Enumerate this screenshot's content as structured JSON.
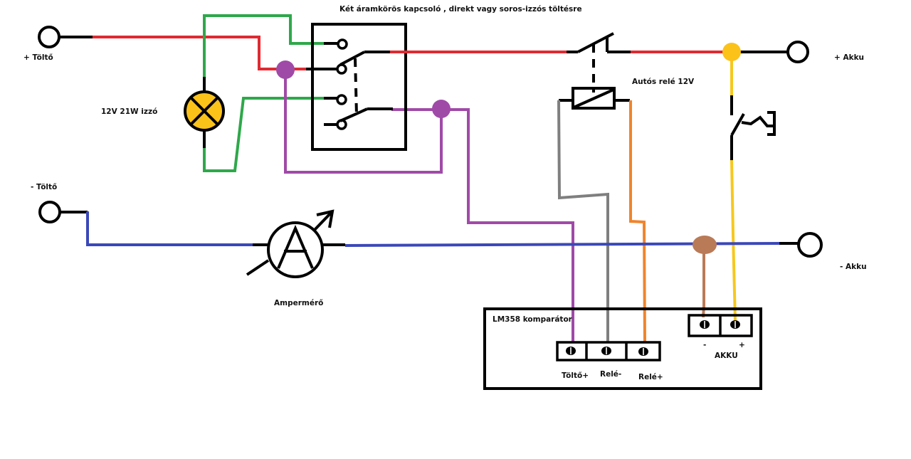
{
  "title": "Két áramkörös kapcsoló , direkt vagy soros-izzós töltésre",
  "colors": {
    "positive_wire": "#e02a32",
    "switch_wire": "#2ea84a",
    "negative_wire": "#3b48b8",
    "signal_wire": "#a04aa8",
    "relay_minus_wire": "#7f7f7f",
    "relay_plus_wire": "#f0842c",
    "akku_plus_wire": "#f6c81e",
    "akku_minus_wire": "#b97a57",
    "bulb_fill": "#fbc21a",
    "node_purple": "#a04aa8",
    "node_yellow": "#fbc21a",
    "node_brown": "#b97a57"
  },
  "terminals": {
    "charger_plus": "+ Töltő",
    "charger_minus": "- Töltő",
    "battery_plus": "+ Akku",
    "battery_minus": "- Akku"
  },
  "components": {
    "bulb": {
      "label": "12V 21W izzó",
      "icon": "lamp-icon"
    },
    "switch": {
      "label": "Két áramkörös kapcsoló , direkt vagy soros-izzós töltésre",
      "icon": "dpdt-switch-icon"
    },
    "relay": {
      "label": "Autós relé 12V",
      "icon": "relay-coil-icon"
    },
    "ammeter": {
      "label": "Ampermérő",
      "symbol": "A",
      "icon": "ammeter-icon"
    },
    "thermal_switch": {
      "icon": "thermal-switch-icon"
    },
    "comparator": {
      "label": "LM358 komparátor",
      "terminals": [
        {
          "label": "Töltő+",
          "wire": "signal_wire"
        },
        {
          "label": "Relé-",
          "wire": "relay_minus_wire"
        },
        {
          "label": "Relé+",
          "wire": "relay_plus_wire"
        }
      ],
      "akku_block": {
        "label": "AKKU",
        "minus": "-",
        "plus": "+"
      }
    }
  }
}
